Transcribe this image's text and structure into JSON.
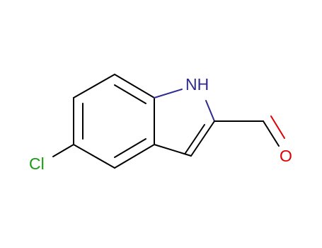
{
  "molecule": {
    "atoms": {
      "nh": {
        "label": "NH",
        "color": "#2e2a8f"
      },
      "cl": {
        "label": "Cl",
        "color": "#1b9a12"
      },
      "o": {
        "label": "O",
        "color": "#e00000"
      }
    }
  }
}
